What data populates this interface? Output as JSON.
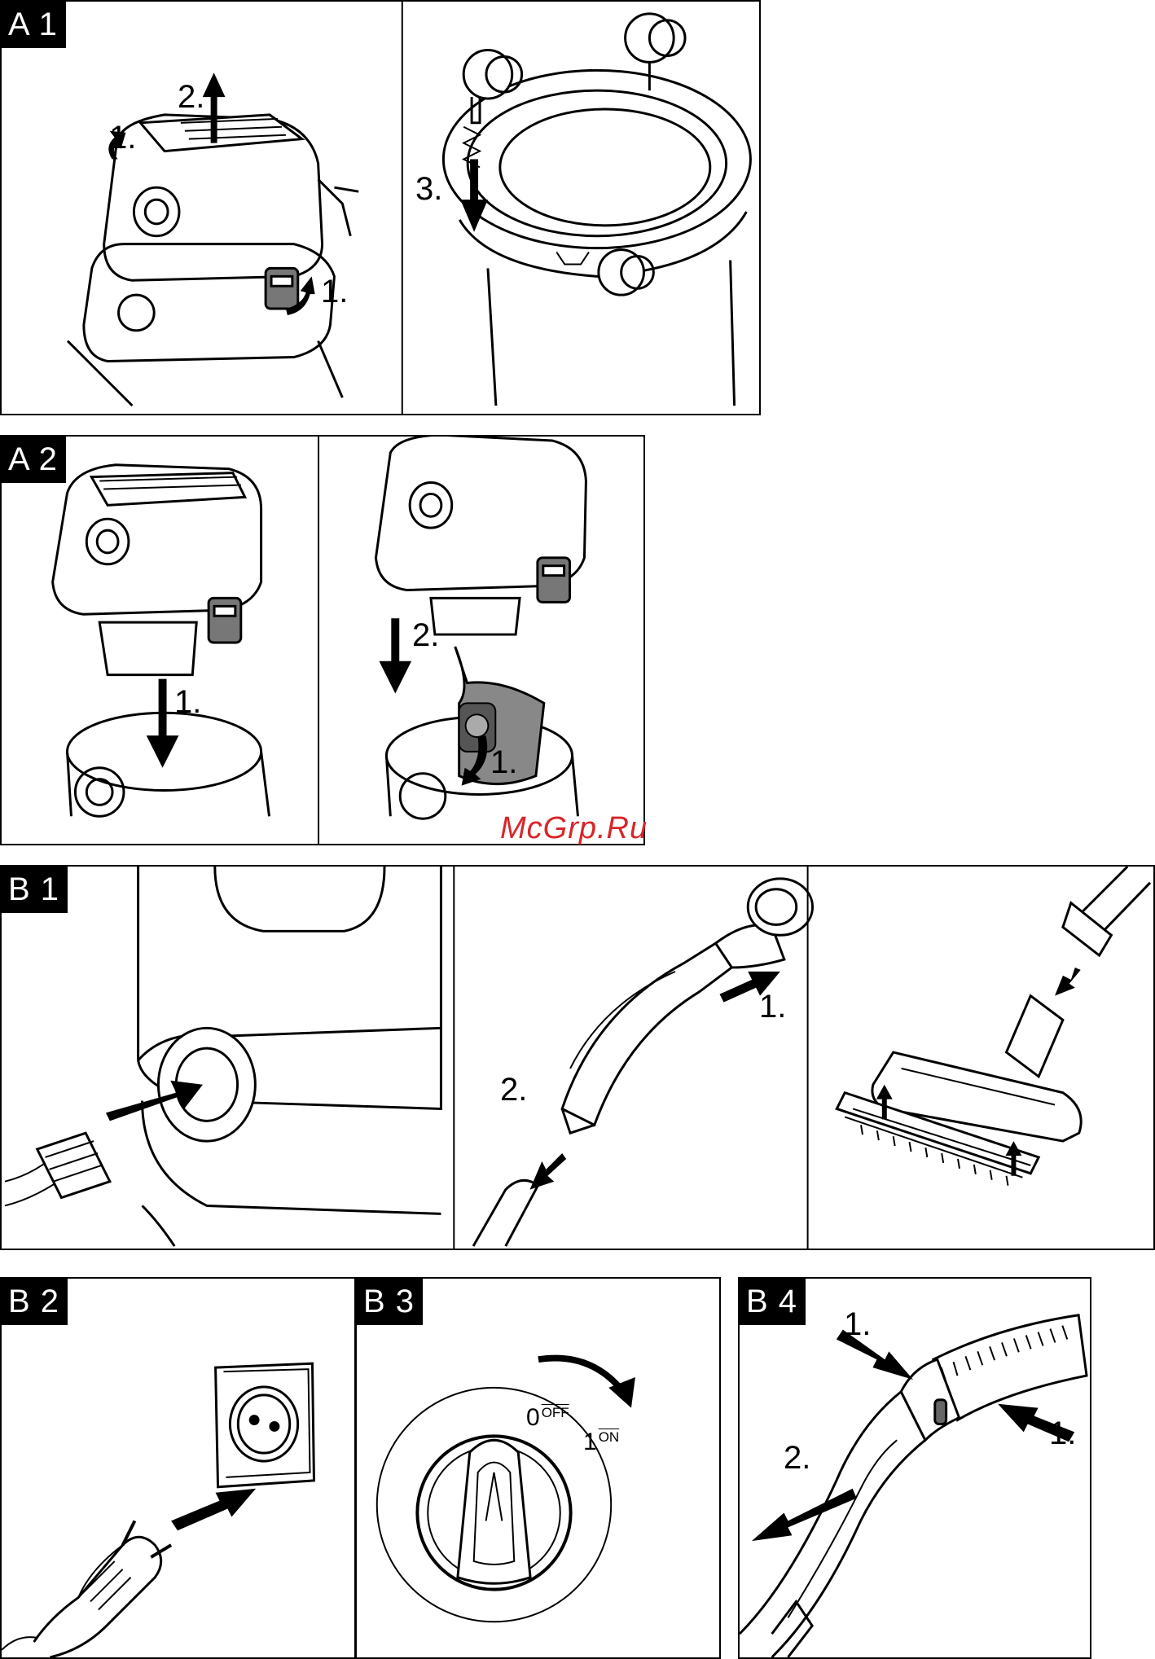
{
  "watermark": "McGrp.Ru",
  "panels": {
    "a1": {
      "tag": "A 1",
      "steps": {
        "s1a": "1.",
        "s2": "2.",
        "s1b": "1.",
        "s3": "3."
      }
    },
    "a2": {
      "tag": "A 2",
      "steps": {
        "s1a": "1.",
        "s2": "2.",
        "s1b": "1."
      }
    },
    "b1": {
      "tag": "B 1",
      "steps": {
        "s1": "1.",
        "s2": "2."
      }
    },
    "b2": {
      "tag": "B 2"
    },
    "b3": {
      "tag": "B 3",
      "knob": {
        "off_num": "0",
        "off_text": "OFF",
        "on_num": "1",
        "on_text": "ON"
      }
    },
    "b4": {
      "tag": "B 4",
      "steps": {
        "s1a": "1.",
        "s1b": "1.",
        "s2": "2."
      }
    }
  }
}
